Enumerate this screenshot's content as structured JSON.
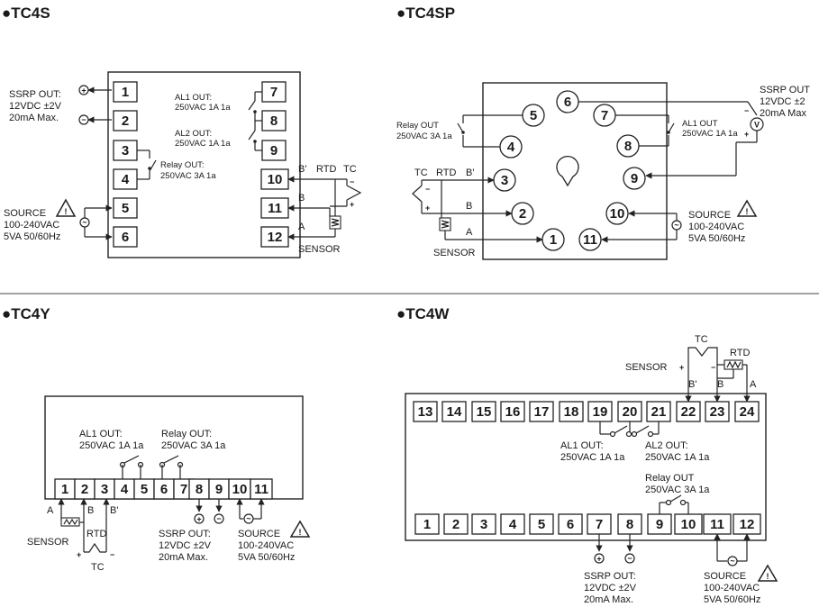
{
  "tc4s": {
    "title": "●TC4S",
    "terminals": [
      "1",
      "2",
      "3",
      "4",
      "5",
      "6",
      "7",
      "8",
      "9",
      "10",
      "11",
      "12"
    ],
    "ssrp": [
      "SSRP OUT:",
      "12VDC ±2V",
      "20mA Max."
    ],
    "al1": [
      "AL1 OUT:",
      "250VAC 1A 1a"
    ],
    "al2": [
      "AL2 OUT:",
      "250VAC 1A 1a"
    ],
    "relay": [
      "Relay OUT:",
      "250VAC 3A 1a"
    ],
    "source": [
      "SOURCE",
      "100-240VAC",
      "5VA 50/60Hz"
    ],
    "b_prime": "B'",
    "rtd": "RTD",
    "tc": "TC",
    "b": "B",
    "a": "A",
    "sensor": "SENSOR"
  },
  "tc4sp": {
    "title": "●TC4SP",
    "terminals": [
      "1",
      "2",
      "3",
      "4",
      "5",
      "6",
      "7",
      "8",
      "9",
      "10",
      "11"
    ],
    "ssrp": [
      "SSRP OUT",
      "12VDC ±2",
      "20mA Max"
    ],
    "relay": [
      "Relay OUT",
      "250VAC 3A 1a"
    ],
    "al1": [
      "AL1 OUT",
      "250VAC 1A 1a"
    ],
    "source": [
      "SOURCE",
      "100-240VAC",
      "5VA 50/60Hz"
    ],
    "tc": "TC",
    "rtd": "RTD",
    "b_prime": "B'",
    "b": "B",
    "a": "A",
    "sensor": "SENSOR"
  },
  "tc4y": {
    "title": "●TC4Y",
    "terminals": [
      "1",
      "2",
      "3",
      "4",
      "5",
      "6",
      "7",
      "8",
      "9",
      "10",
      "11"
    ],
    "al1": [
      "AL1 OUT:",
      "250VAC 1A 1a"
    ],
    "relay": [
      "Relay OUT:",
      "250VAC 3A 1a"
    ],
    "ssrp": [
      "SSRP OUT:",
      "12VDC ±2V",
      "20mA Max."
    ],
    "source": [
      "SOURCE",
      "100-240VAC",
      "5VA 50/60Hz"
    ],
    "a": "A",
    "b": "B",
    "b_prime": "B'",
    "sensor": "SENSOR",
    "rtd": "RTD",
    "tc": "TC"
  },
  "tc4w": {
    "title": "●TC4W",
    "top_terminals": [
      "13",
      "14",
      "15",
      "16",
      "17",
      "18",
      "19",
      "20",
      "21",
      "22",
      "23",
      "24"
    ],
    "bottom_terminals": [
      "1",
      "2",
      "3",
      "4",
      "5",
      "6",
      "7",
      "8",
      "9",
      "10",
      "11",
      "12"
    ],
    "tc": "TC",
    "rtd": "RTD",
    "sensor": "SENSOR",
    "b_prime": "B'",
    "b": "B",
    "a": "A",
    "al1": [
      "AL1 OUT:",
      "250VAC 1A 1a"
    ],
    "al2": [
      "AL2 OUT:",
      "250VAC 1A 1a"
    ],
    "relay": [
      "Relay OUT",
      "250VAC 3A 1a"
    ],
    "ssrp": [
      "SSRP OUT:",
      "12VDC ±2V",
      "20mA Max."
    ],
    "source": [
      "SOURCE",
      "100-240VAC",
      "5VA 50/60Hz"
    ]
  },
  "symbols": {
    "plus": "+",
    "minus": "−",
    "tilde": "~",
    "warning": "!",
    "volt": "V"
  }
}
